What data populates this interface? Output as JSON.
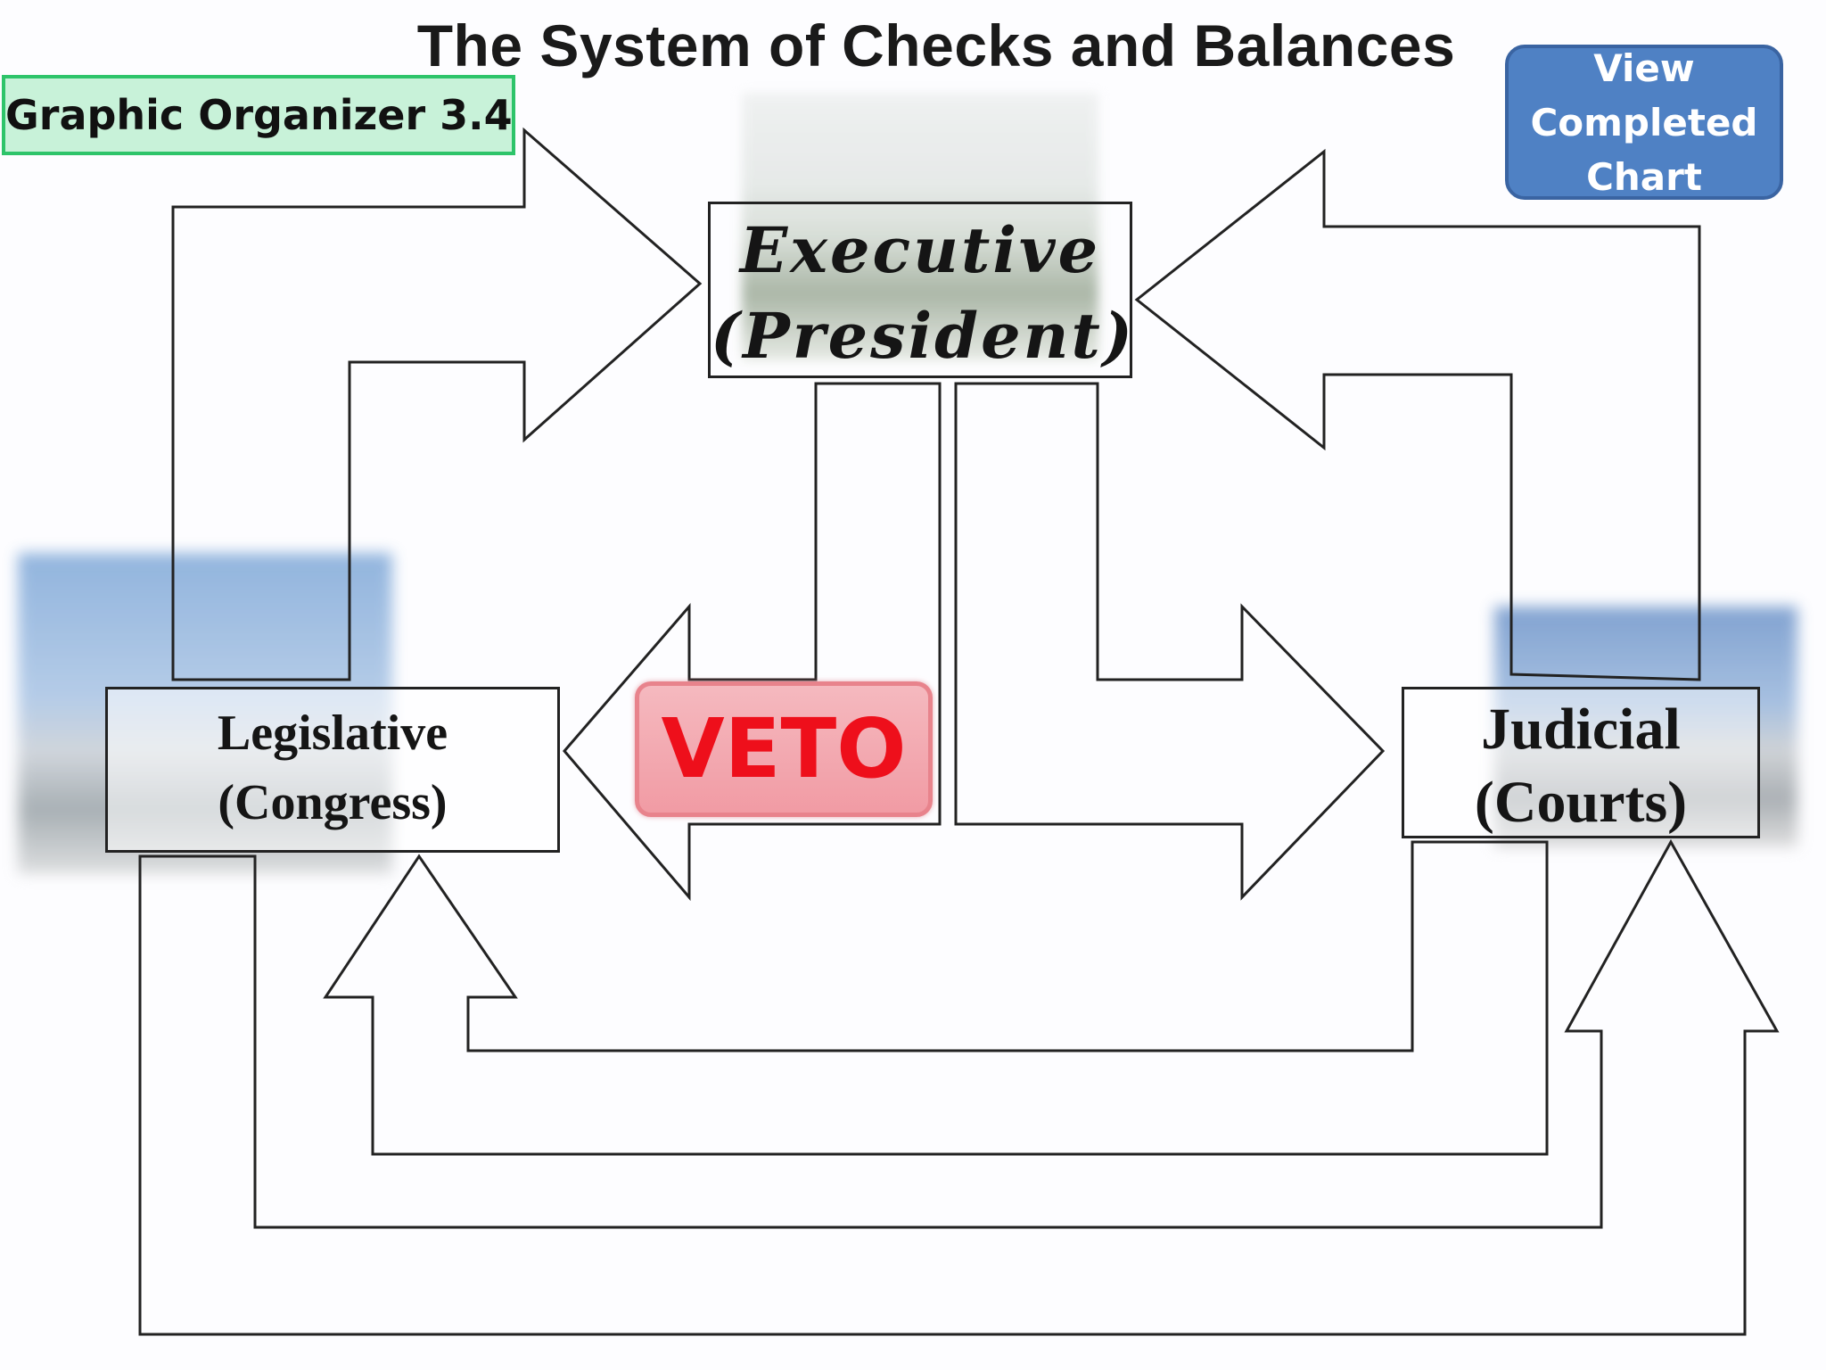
{
  "title": "The System of Checks and Balances",
  "organizer_label": "Graphic Organizer 3.4",
  "completed_button": {
    "lines": [
      "View",
      "Completed",
      "Chart"
    ]
  },
  "branches": {
    "executive": {
      "line1": "Executive",
      "line2": "(President)"
    },
    "legislative": {
      "line1": "Legislative",
      "line2": "(Congress)"
    },
    "judicial": {
      "line1": "Judicial",
      "line2": "(Courts)"
    }
  },
  "veto_label": "VETO",
  "colors": {
    "organizer_bg": "#c8f2d9",
    "organizer_border": "#2ec46a",
    "button_bg": "#4f81c4",
    "veto_text": "#ee0f1b",
    "veto_bg": "#f3aab2"
  }
}
